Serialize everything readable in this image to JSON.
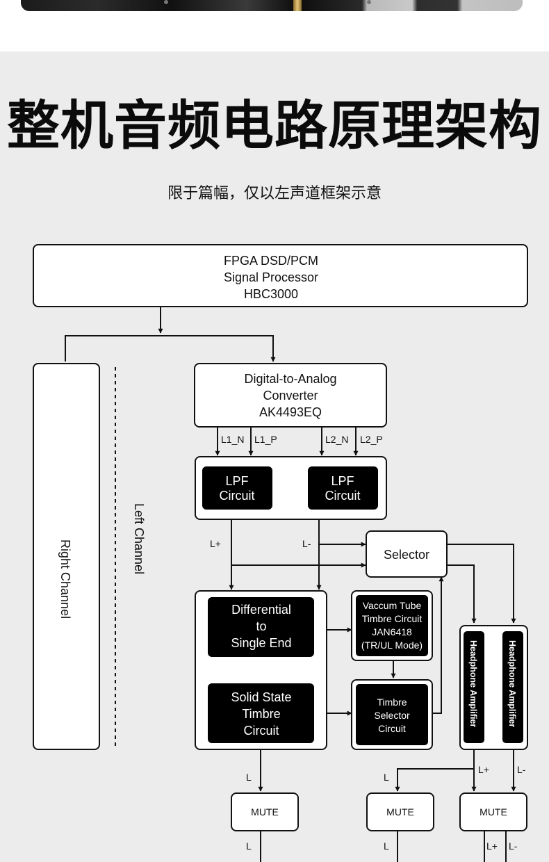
{
  "header": {
    "title": "整机音频电路原理架构",
    "subtitle": "限于篇幅，仅以左声道框架示意"
  },
  "blocks": {
    "fpga": [
      "FPGA DSD/PCM",
      "Signal Processor",
      "HBC3000"
    ],
    "right_channel": "Right Channel",
    "left_channel": "Left Channel",
    "dac": [
      "Digital-to-Analog",
      "Converter",
      "AK4493EQ"
    ],
    "lpf_1": [
      "LPF",
      "Circuit"
    ],
    "lpf_2": [
      "LPF",
      "Circuit"
    ],
    "selector": "Selector",
    "differential": [
      "Differential",
      "to",
      "Single End"
    ],
    "solid_state": [
      "Solid State",
      "Timbre",
      "Circuit"
    ],
    "vacuum_tube": [
      "Vaccum Tube",
      "Timbre Circuit",
      "JAN6418",
      "(TR/UL Mode)"
    ],
    "timbre_selector": [
      "Timbre",
      "Selector",
      "Circuit"
    ],
    "hp_amp_1": "Headphone Amplifier",
    "hp_amp_2": "Headphone Amplifier",
    "mute_1": "MUTE",
    "mute_2": "MUTE",
    "mute_3": "MUTE"
  },
  "signals": {
    "l1_n": "L1_N",
    "l1_p": "L1_P",
    "l2_n": "L2_N",
    "l2_p": "L2_P",
    "l_plus": "L+",
    "l_minus": "L-",
    "l_out_1": "L",
    "l_out_2": "L",
    "hp_l_plus": "L+",
    "hp_l_minus": "L-",
    "l_after_mute_1": "L",
    "l_after_mute_2": "L",
    "hp_after_l_plus": "L+",
    "hp_after_l_minus": "L-"
  },
  "colors": {
    "panel_bg": "#ececec",
    "block_dark": "#000000",
    "block_light": "#ffffff",
    "line": "#111111"
  }
}
